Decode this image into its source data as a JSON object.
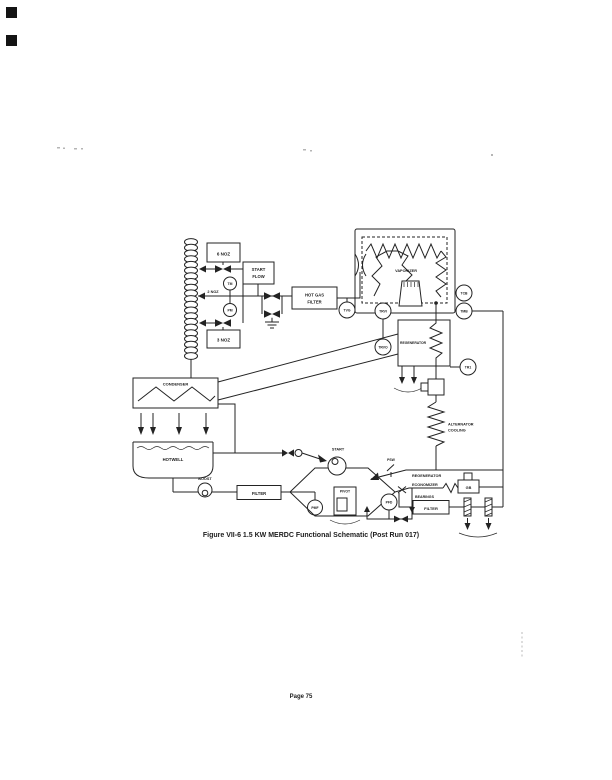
{
  "page": {
    "caption": "Figure VII-6   1.5 KW MERDC Functional Schematic (Post Run 017)",
    "page_number": "Page 75"
  },
  "labels": {
    "noz6": "6 NOZ",
    "noz2": "2 NOZ",
    "noz3": "3 NOZ",
    "start_flow_l1": "START",
    "start_flow_l2": "FLOW",
    "hot_gas_l1": "HOT GAS",
    "hot_gas_l2": "FILTER",
    "vaporizer": "VAPORIZER",
    "regenerator": "REGENERATOR",
    "alternator_l1": "ALTERNATOR",
    "alternator_l2": "COOLING",
    "condenser": "CONDENSER",
    "hotwell": "HOTWELL",
    "boost": "BOOST",
    "filter": "FILTER",
    "start": "START",
    "pivot": "PIVOT",
    "psw": "PSW",
    "regenerator_lower": "REGENERATOR",
    "economizer": "ECONOMIZER",
    "bearings": "BEARINGS",
    "bearings_filter": "FILTER",
    "gb": "GB"
  },
  "sensors": {
    "tm": "TM",
    "pm": "PM",
    "tvg": "TVG",
    "trvi": "TRVI",
    "trvo": "TRVO",
    "tcb": "TCB",
    "tmb": "TMB",
    "tr1": "TR1",
    "pmf": "PMF",
    "pfd": "PFD"
  }
}
